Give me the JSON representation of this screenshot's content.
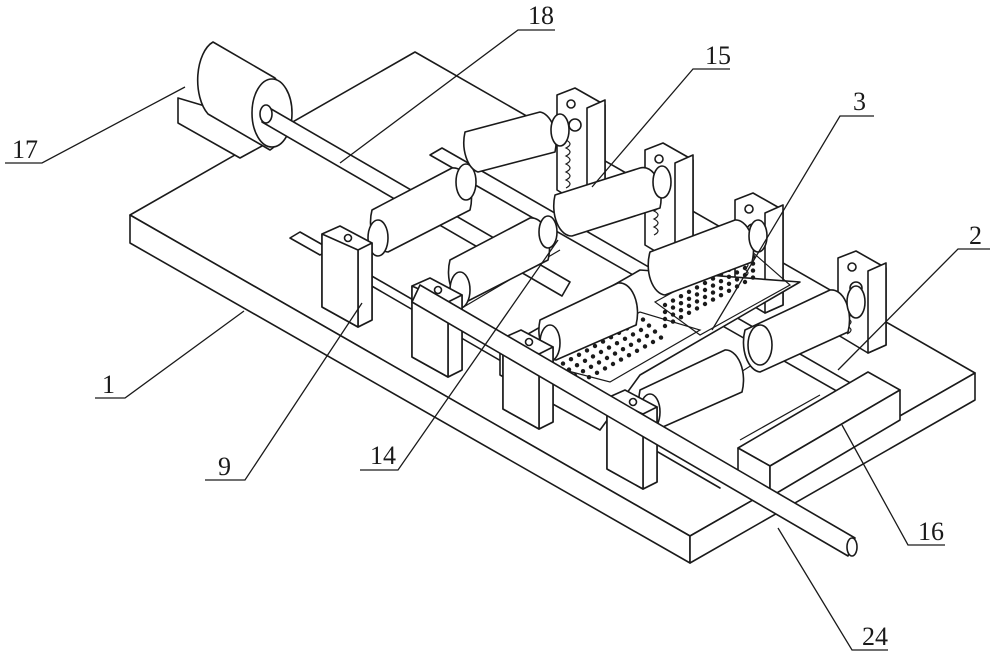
{
  "figure": {
    "type": "patent-isometric-line-drawing",
    "subject": "roller processing apparatus on base plate",
    "callouts": [
      {
        "id": "callout-17",
        "label": "17"
      },
      {
        "id": "callout-18",
        "label": "18"
      },
      {
        "id": "callout-15",
        "label": "15"
      },
      {
        "id": "callout-3",
        "label": "3"
      },
      {
        "id": "callout-2",
        "label": "2"
      },
      {
        "id": "callout-1",
        "label": "1"
      },
      {
        "id": "callout-9",
        "label": "9"
      },
      {
        "id": "callout-14",
        "label": "14"
      },
      {
        "id": "callout-16",
        "label": "16"
      },
      {
        "id": "callout-24",
        "label": "24"
      }
    ]
  },
  "colors": {
    "line": "#1a1a1a",
    "background": "#ffffff"
  }
}
